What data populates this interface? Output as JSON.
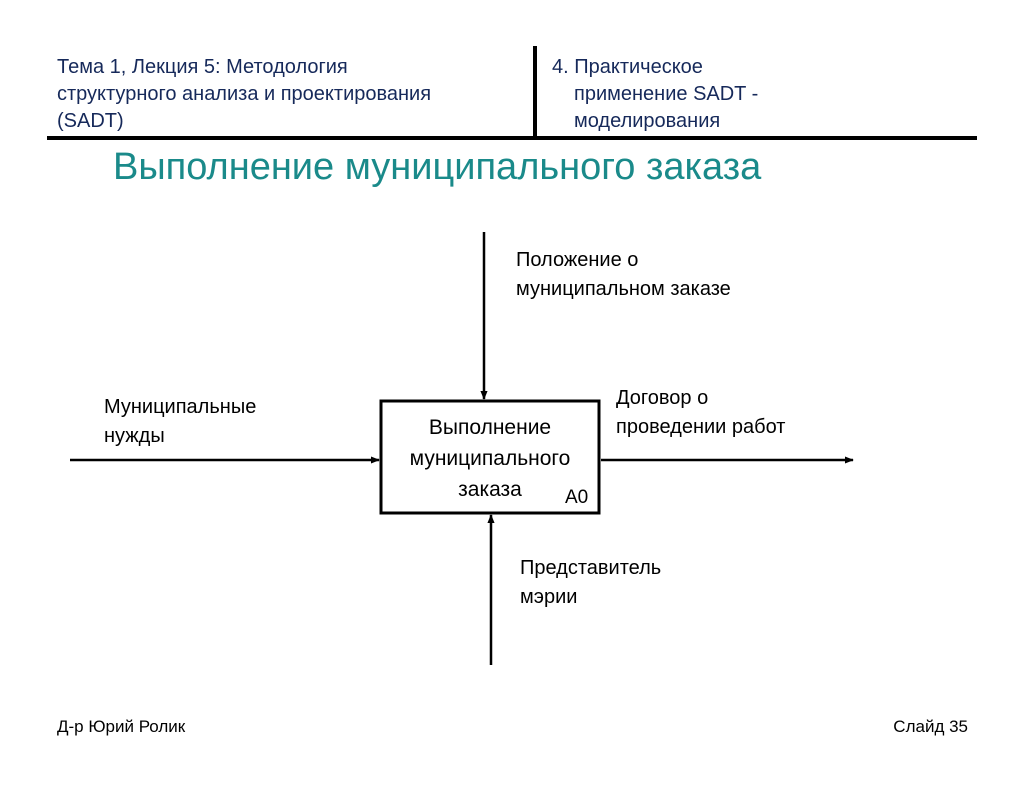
{
  "header": {
    "left_lines": [
      "Тема 1, Лекция 5: Методология",
      "структурного анализа и проектирования",
      "(SADT)"
    ],
    "right_lines": [
      "4. Практическое",
      "применение SADT -",
      "моделирования"
    ]
  },
  "title": "Выполнение муниципального заказа",
  "diagram": {
    "box_lines": [
      "Выполнение",
      "муниципального",
      "заказа"
    ],
    "box_code": "A0",
    "control_lines": [
      "Положение о",
      "муниципальном заказе"
    ],
    "input_lines": [
      "Муниципальные",
      "нужды"
    ],
    "output_lines": [
      "Договор о",
      "проведении работ"
    ],
    "mechanism_lines": [
      "Представитель",
      "мэрии"
    ]
  },
  "footer": {
    "author": "Д-р Юрий Ролик",
    "slide": "Слайд 35"
  },
  "colors": {
    "header_text": "#16295a",
    "title": "#1a8a8a"
  }
}
